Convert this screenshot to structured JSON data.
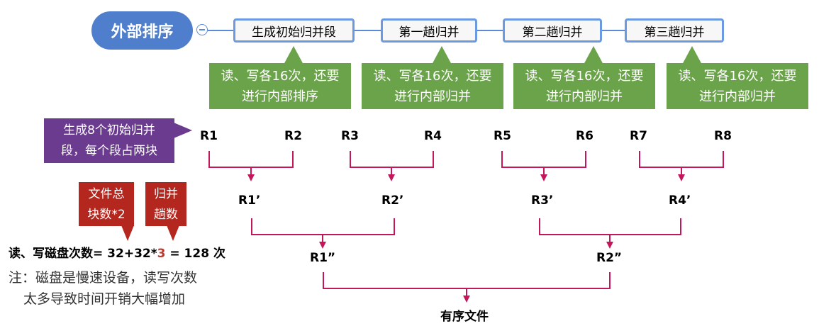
{
  "root": {
    "label": "外部排序"
  },
  "steps": [
    {
      "label": "生成初始归并段",
      "note": [
        "读、写各16次，还要",
        "进行内部排序"
      ]
    },
    {
      "label": "第一趟归并",
      "note": [
        "读、写各16次，还要",
        "进行内部归并"
      ]
    },
    {
      "label": "第二趟归并",
      "note": [
        "读、写各16次，还要",
        "进行内部归并"
      ]
    },
    {
      "label": "第三趟归并",
      "note": [
        "读、写各16次，还要",
        "进行内部归并"
      ]
    }
  ],
  "callouts": {
    "initial_runs": [
      "生成8个初始归并",
      "段，每个段占两块"
    ],
    "total_blocks": [
      "文件总",
      "块数*2"
    ],
    "merge_passes": [
      "归并",
      "趟数"
    ]
  },
  "runs": {
    "level0": [
      "R1",
      "R2",
      "R3",
      "R4",
      "R5",
      "R6",
      "R7",
      "R8"
    ],
    "level1": [
      "R1’",
      "R2’",
      "R3’",
      "R4’"
    ],
    "level2": [
      "R1”",
      "R2”"
    ],
    "result": "有序文件"
  },
  "formula": {
    "prefix": "读、写磁盘次数= 32+32*",
    "passes": "3",
    "suffix": " = 128 次"
  },
  "remark": [
    "注：磁盘是慢速设备，读写次数",
    "太多导致时间开销大幅增加"
  ],
  "colors": {
    "root": "#4f7fcc",
    "step_border": "#6b9ae0",
    "note": "#6ba34a",
    "purple": "#6a3b8f",
    "red": "#b4271f",
    "merge_line": "#c2185b",
    "connector": "#5b8bd6"
  }
}
